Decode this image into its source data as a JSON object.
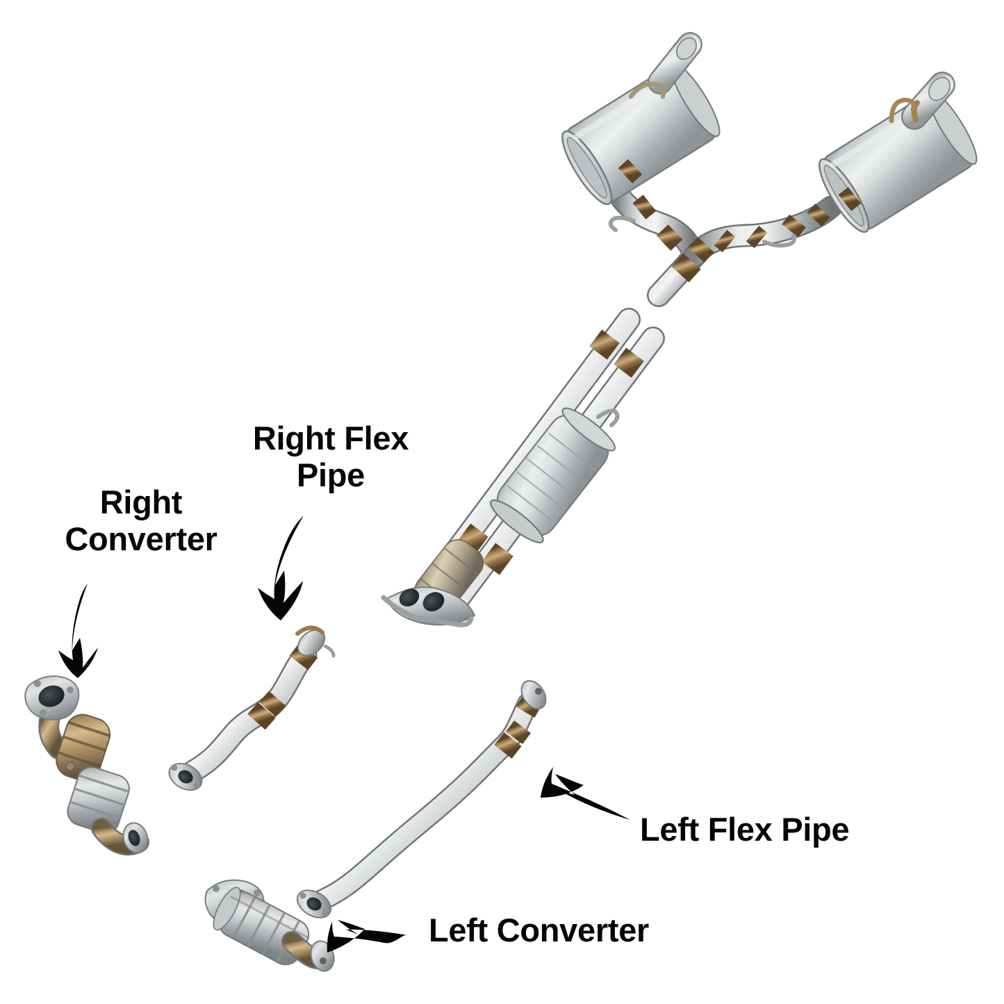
{
  "diagram": {
    "title": "Exhaust System Component Diagram",
    "background_color": "#ffffff",
    "label_color": "#050505",
    "metal_colors": {
      "steel_light": "#e6e8e8",
      "steel_mid": "#b9bec0",
      "steel_dark": "#8b9092",
      "steel_shadow": "#6e7375",
      "muffler_light": "#dcdfe0",
      "muffler_mid": "#b4b9bb",
      "muffler_dark": "#91979a",
      "clamp_bronze": "#9a7a4e",
      "clamp_bronze_dark": "#6d5433",
      "converter_gold": "#b49468",
      "outline": "#6f7476"
    },
    "labels": [
      {
        "id": "right-converter",
        "text": "Right\nConverter",
        "points_to": "right-converter-part",
        "arrow": "curved-down-left"
      },
      {
        "id": "right-flex-pipe",
        "text": "Right Flex\nPipe",
        "points_to": "right-flex-pipe-part",
        "arrow": "curved-down"
      },
      {
        "id": "left-flex-pipe",
        "text": "Left Flex Pipe",
        "points_to": "left-flex-pipe-part",
        "arrow": "curved-left"
      },
      {
        "id": "left-converter",
        "text": "Left Converter",
        "points_to": "left-converter-part",
        "arrow": "curved-left"
      }
    ],
    "parts": [
      {
        "id": "main-assembly",
        "name": "Cat-back exhaust assembly with dual mufflers, Y-pipe, resonator and front flange",
        "labeled": false
      },
      {
        "id": "right-converter-part",
        "name": "Right catalytic converter",
        "labeled": true
      },
      {
        "id": "right-flex-pipe-part",
        "name": "Right flex pipe",
        "labeled": true
      },
      {
        "id": "left-flex-pipe-part",
        "name": "Left flex pipe",
        "labeled": true
      },
      {
        "id": "left-converter-part",
        "name": "Left catalytic converter",
        "labeled": true
      }
    ]
  }
}
